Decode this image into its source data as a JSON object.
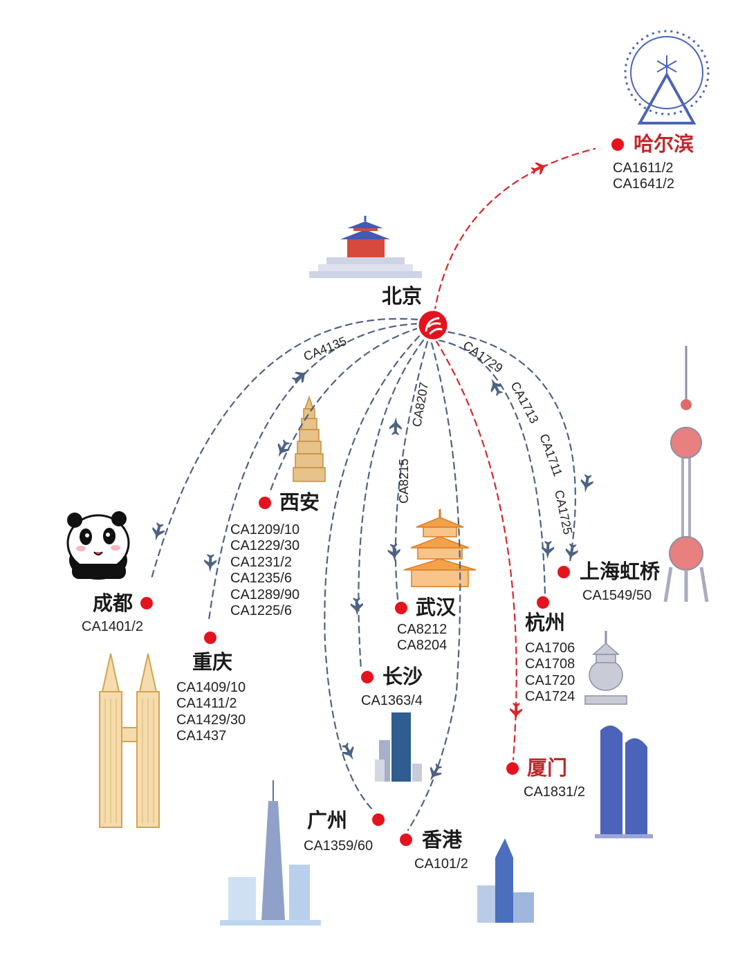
{
  "hub": {
    "name": "北京"
  },
  "cities": {
    "harbin": {
      "name": "哈尔滨",
      "flights": [
        "CA1611/2",
        "CA1641/2"
      ]
    },
    "xian": {
      "name": "西安",
      "flights": [
        "CA1209/10",
        "CA1229/30",
        "CA1231/2",
        "CA1235/6",
        "CA1289/90",
        "CA1225/6"
      ]
    },
    "chengdu": {
      "name": "成都",
      "flights": [
        "CA1401/2"
      ]
    },
    "chongqing": {
      "name": "重庆",
      "flights": [
        "CA1409/10",
        "CA1411/2",
        "CA1429/30",
        "CA1437"
      ]
    },
    "wuhan": {
      "name": "武汉",
      "flights": [
        "CA8212",
        "CA8204"
      ]
    },
    "changsha": {
      "name": "长沙",
      "flights": [
        "CA1363/4"
      ]
    },
    "shanghai": {
      "name": "上海虹桥",
      "flights": [
        "CA1549/50"
      ]
    },
    "hangzhou": {
      "name": "杭州",
      "flights": [
        "CA1706",
        "CA1708",
        "CA1720",
        "CA1724"
      ]
    },
    "xiamen": {
      "name": "厦门",
      "flights": [
        "CA1831/2"
      ]
    },
    "guangzhou": {
      "name": "广州",
      "flights": [
        "CA1359/60"
      ]
    },
    "hongkong": {
      "name": "香港",
      "flights": [
        "CA101/2"
      ]
    }
  },
  "route_labels": {
    "ca4135": "CA4135",
    "ca8207": "CA8207",
    "ca8215": "CA8215",
    "ca1729": "CA1729",
    "ca1713": "CA1713",
    "ca1711": "CA1711",
    "ca1725": "CA1725"
  },
  "colors": {
    "domestic_route": "#4e6282",
    "highlight_route": "#d8262b",
    "city_dot": "#e4141f",
    "highlight_city": "#c0262b",
    "hub_logo": "#e4141f",
    "landmark_blue": "#4b63b8",
    "landmark_gold": "#d6a24e"
  },
  "icons": [
    "air-china-logo-icon",
    "airplane-icon",
    "ferris-wheel-icon",
    "temple-of-heaven-icon",
    "pagoda-icon",
    "panda-icon",
    "twin-towers-icon",
    "yellow-crane-tower-icon",
    "oriental-pearl-tower-icon",
    "stone-pagoda-icon",
    "skyscraper-icon",
    "canton-tower-icon"
  ]
}
